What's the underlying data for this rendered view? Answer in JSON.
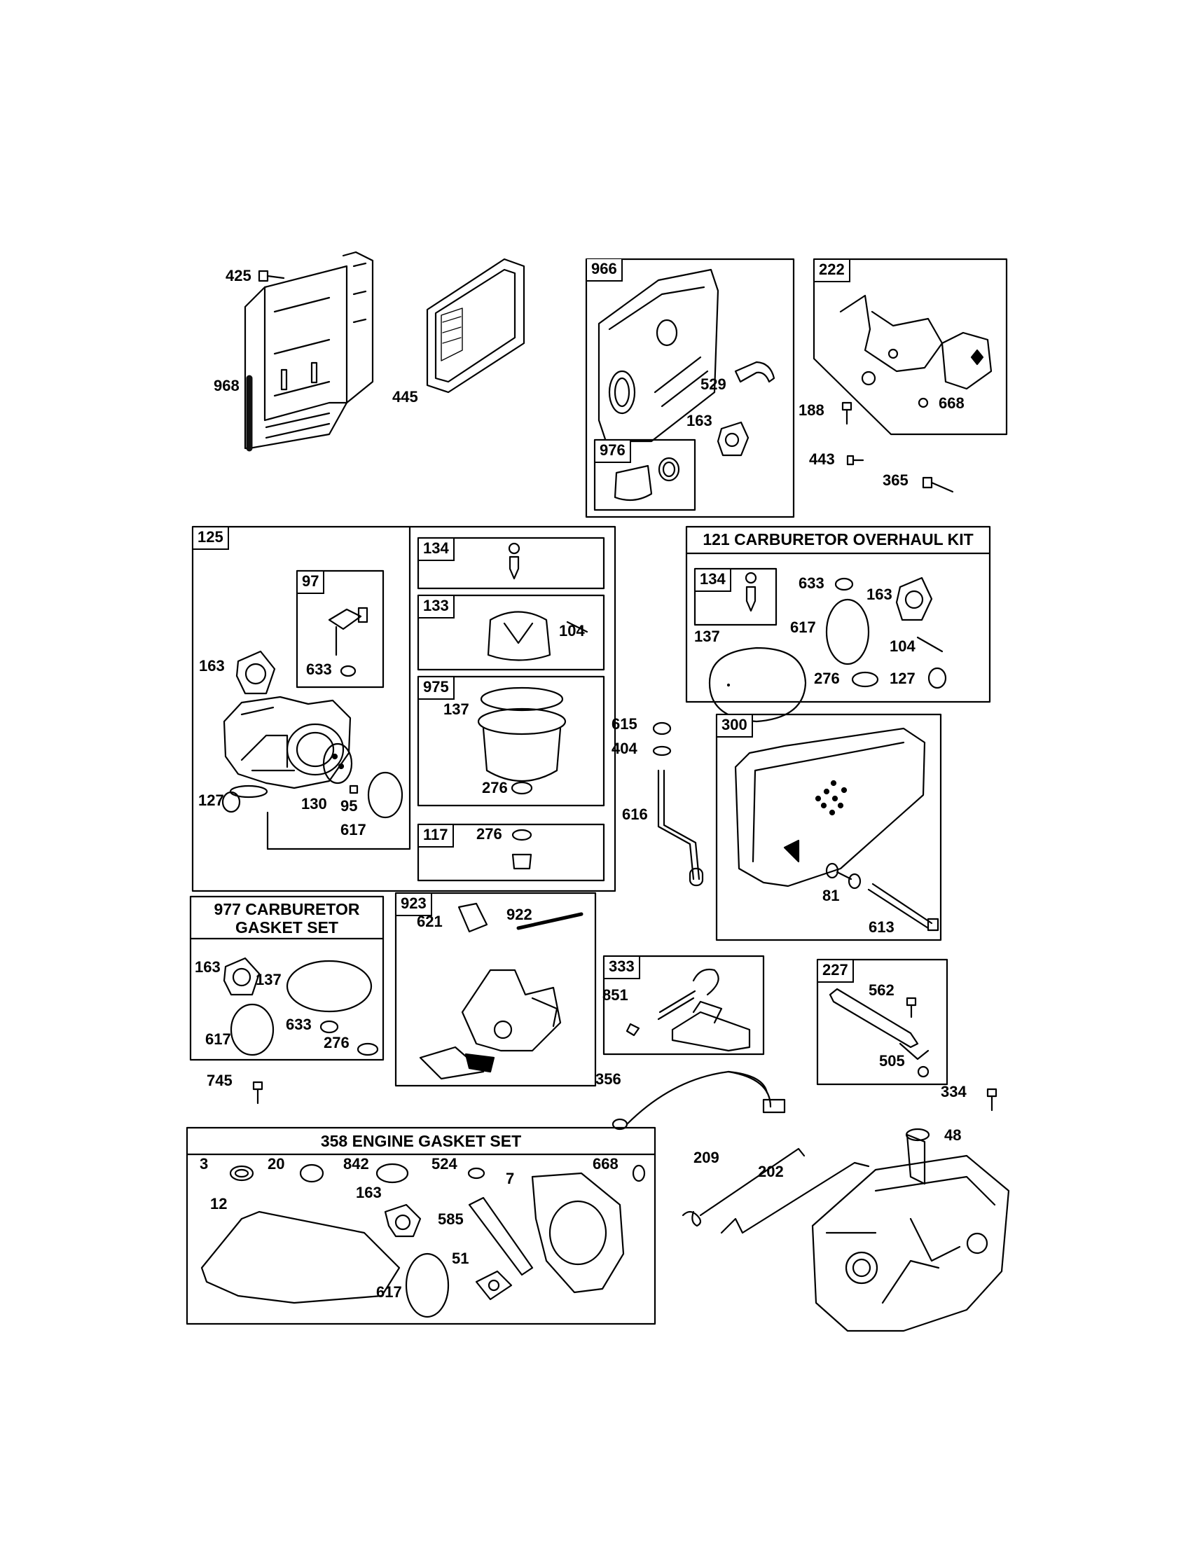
{
  "diagram": {
    "groups": {
      "g966": "966",
      "g976": "976",
      "g222": "222",
      "g125": "125",
      "g97": "97",
      "g134a": "134",
      "g133": "133",
      "g975": "975",
      "g117": "117",
      "g121_title": "121 CARBURETOR OVERHAUL KIT",
      "g134b": "134",
      "g300": "300",
      "g977_title_1": "977 CARBURETOR",
      "g977_title_2": "GASKET SET",
      "g923": "923",
      "g333": "333",
      "g227": "227",
      "g358_title": "358 ENGINE GASKET SET"
    },
    "labels": {
      "p425": "425",
      "p968": "968",
      "p445": "445",
      "p529": "529",
      "p163a": "163",
      "p188": "188",
      "p668a": "668",
      "p443": "443",
      "p365": "365",
      "p163b": "163",
      "p633a": "633",
      "p127a": "127",
      "p130": "130",
      "p95": "95",
      "p617a": "617",
      "p104a": "104",
      "p137a": "137",
      "p276a": "276",
      "p276b": "276",
      "p633b": "633",
      "p163c": "163",
      "p617b": "617",
      "p137b": "137",
      "p104b": "104",
      "p276c": "276",
      "p127b": "127",
      "p615": "615",
      "p404": "404",
      "p616": "616",
      "p81": "81",
      "p613": "613",
      "p163d": "163",
      "p137c": "137",
      "p617c": "617",
      "p633c": "633",
      "p276d": "276",
      "p621": "621",
      "p922": "922",
      "p851": "851",
      "p562": "562",
      "p505": "505",
      "p745": "745",
      "p356": "356",
      "p334": "334",
      "p48": "48",
      "p3": "3",
      "p20": "20",
      "p842": "842",
      "p524": "524",
      "p668b": "668",
      "p12": "12",
      "p163e": "163",
      "p7": "7",
      "p585": "585",
      "p51": "51",
      "p617d": "617",
      "p209": "209",
      "p202": "202"
    }
  }
}
